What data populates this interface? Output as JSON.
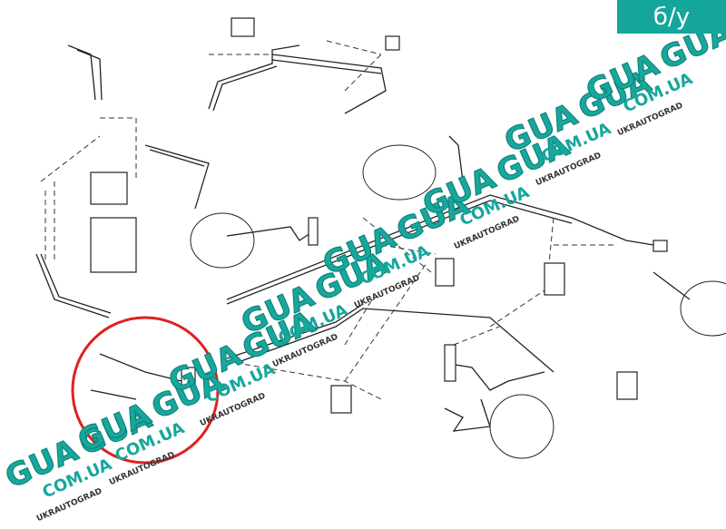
{
  "badge": {
    "label": "б/у",
    "color": "#14a59c"
  },
  "watermark": {
    "brand": "GUA",
    "domain": "COM.UA",
    "name": "UKRAUTOGRAD",
    "color": "#17a79c"
  },
  "highlight": {
    "color": "#e02020"
  }
}
